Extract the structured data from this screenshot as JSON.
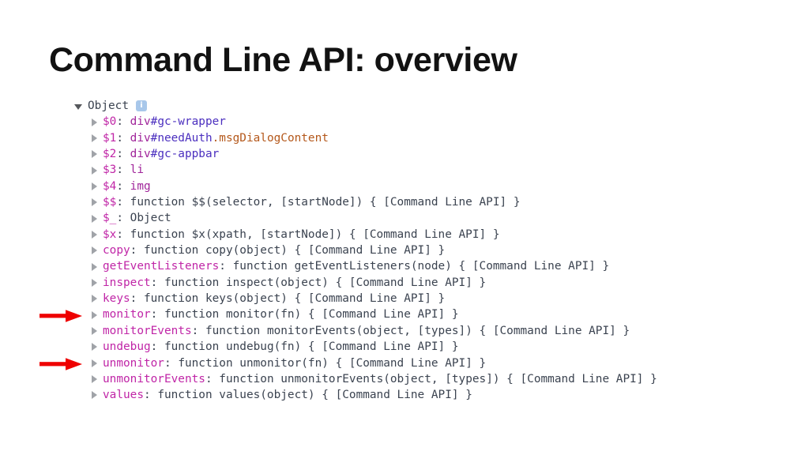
{
  "slide": {
    "title": "Command Line API: overview",
    "background_color": "#ffffff",
    "title_color": "#121212"
  },
  "colors": {
    "property": "#c026a7",
    "punctuation": "#3b4350",
    "function_text": "#3b4350",
    "tag": "#a0249a",
    "id_selector": "#4b2fbf",
    "class_selector": "#b4581b",
    "info_badge": "#a8c7ea",
    "arrow_red": "#ee0000",
    "triangle_collapsed": "#a0a3a8",
    "triangle_expanded": "#56585c"
  },
  "console": {
    "root": {
      "label": "Object",
      "expanded": true,
      "badge": "i",
      "badge_name": "info-icon"
    },
    "rows": [
      {
        "name": "$0",
        "collapsed": true,
        "arrow": false,
        "parts": [
          {
            "t": "$0",
            "c": "k-prop"
          },
          {
            "t": ": ",
            "c": "k-punct"
          },
          {
            "t": "div",
            "c": "k-tag"
          },
          {
            "t": "#gc-wrapper",
            "c": "k-id"
          }
        ]
      },
      {
        "name": "$1",
        "collapsed": true,
        "arrow": false,
        "parts": [
          {
            "t": "$1",
            "c": "k-prop"
          },
          {
            "t": ": ",
            "c": "k-punct"
          },
          {
            "t": "div",
            "c": "k-tag"
          },
          {
            "t": "#needAuth",
            "c": "k-id"
          },
          {
            "t": ".msgDialogContent",
            "c": "k-class"
          }
        ]
      },
      {
        "name": "$2",
        "collapsed": true,
        "arrow": false,
        "parts": [
          {
            "t": "$2",
            "c": "k-prop"
          },
          {
            "t": ": ",
            "c": "k-punct"
          },
          {
            "t": "div",
            "c": "k-tag"
          },
          {
            "t": "#gc-appbar",
            "c": "k-id"
          }
        ]
      },
      {
        "name": "$3",
        "collapsed": true,
        "arrow": false,
        "parts": [
          {
            "t": "$3",
            "c": "k-prop"
          },
          {
            "t": ": ",
            "c": "k-punct"
          },
          {
            "t": "li",
            "c": "k-tag"
          }
        ]
      },
      {
        "name": "$4",
        "collapsed": true,
        "arrow": false,
        "parts": [
          {
            "t": "$4",
            "c": "k-prop"
          },
          {
            "t": ": ",
            "c": "k-punct"
          },
          {
            "t": "img",
            "c": "k-tag"
          }
        ]
      },
      {
        "name": "$$",
        "collapsed": true,
        "arrow": false,
        "parts": [
          {
            "t": "$$",
            "c": "k-prop"
          },
          {
            "t": ": ",
            "c": "k-punct"
          },
          {
            "t": "function $$(selector, [startNode]) { [Command Line API] }",
            "c": "k-fn"
          }
        ]
      },
      {
        "name": "$_",
        "collapsed": true,
        "arrow": false,
        "parts": [
          {
            "t": "$_",
            "c": "k-prop"
          },
          {
            "t": ": ",
            "c": "k-punct"
          },
          {
            "t": "Object",
            "c": "k-object"
          }
        ]
      },
      {
        "name": "$x",
        "collapsed": true,
        "arrow": false,
        "parts": [
          {
            "t": "$x",
            "c": "k-prop"
          },
          {
            "t": ": ",
            "c": "k-punct"
          },
          {
            "t": "function $x(xpath, [startNode]) { [Command Line API] }",
            "c": "k-fn"
          }
        ]
      },
      {
        "name": "copy",
        "collapsed": true,
        "arrow": false,
        "parts": [
          {
            "t": "copy",
            "c": "k-prop"
          },
          {
            "t": ": ",
            "c": "k-punct"
          },
          {
            "t": "function copy(object) { [Command Line API] }",
            "c": "k-fn"
          }
        ]
      },
      {
        "name": "getEventListeners",
        "collapsed": true,
        "arrow": false,
        "parts": [
          {
            "t": "getEventListeners",
            "c": "k-prop"
          },
          {
            "t": ": ",
            "c": "k-punct"
          },
          {
            "t": "function getEventListeners(node) { [Command Line API] }",
            "c": "k-fn"
          }
        ]
      },
      {
        "name": "inspect",
        "collapsed": true,
        "arrow": false,
        "parts": [
          {
            "t": "inspect",
            "c": "k-prop"
          },
          {
            "t": ": ",
            "c": "k-punct"
          },
          {
            "t": "function inspect(object) { [Command Line API] }",
            "c": "k-fn"
          }
        ]
      },
      {
        "name": "keys",
        "collapsed": true,
        "arrow": false,
        "parts": [
          {
            "t": "keys",
            "c": "k-prop"
          },
          {
            "t": ": ",
            "c": "k-punct"
          },
          {
            "t": "function keys(object) { [Command Line API] }",
            "c": "k-fn"
          }
        ]
      },
      {
        "name": "monitor",
        "collapsed": true,
        "arrow": true,
        "parts": [
          {
            "t": "monitor",
            "c": "k-prop"
          },
          {
            "t": ": ",
            "c": "k-punct"
          },
          {
            "t": "function monitor(fn) { [Command Line API] }",
            "c": "k-fn"
          }
        ]
      },
      {
        "name": "monitorEvents",
        "collapsed": true,
        "arrow": false,
        "parts": [
          {
            "t": "monitorEvents",
            "c": "k-prop"
          },
          {
            "t": ": ",
            "c": "k-punct"
          },
          {
            "t": "function monitorEvents(object, [types]) { [Command Line API] }",
            "c": "k-fn"
          }
        ]
      },
      {
        "name": "undebug",
        "collapsed": true,
        "arrow": false,
        "parts": [
          {
            "t": "undebug",
            "c": "k-prop"
          },
          {
            "t": ": ",
            "c": "k-punct"
          },
          {
            "t": "function undebug(fn) { [Command Line API] }",
            "c": "k-fn"
          }
        ]
      },
      {
        "name": "unmonitor",
        "collapsed": true,
        "arrow": true,
        "parts": [
          {
            "t": "unmonitor",
            "c": "k-prop"
          },
          {
            "t": ": ",
            "c": "k-punct"
          },
          {
            "t": "function unmonitor(fn) { [Command Line API] }",
            "c": "k-fn"
          }
        ]
      },
      {
        "name": "unmonitorEvents",
        "collapsed": true,
        "arrow": false,
        "parts": [
          {
            "t": "unmonitorEvents",
            "c": "k-prop"
          },
          {
            "t": ": ",
            "c": "k-punct"
          },
          {
            "t": "function unmonitorEvents(object, [types]) { [Command Line API] }",
            "c": "k-fn"
          }
        ]
      },
      {
        "name": "values",
        "collapsed": true,
        "arrow": false,
        "parts": [
          {
            "t": "values",
            "c": "k-prop"
          },
          {
            "t": ": ",
            "c": "k-punct"
          },
          {
            "t": "function values(object) { [Command Line API] }",
            "c": "k-fn"
          }
        ]
      }
    ]
  }
}
